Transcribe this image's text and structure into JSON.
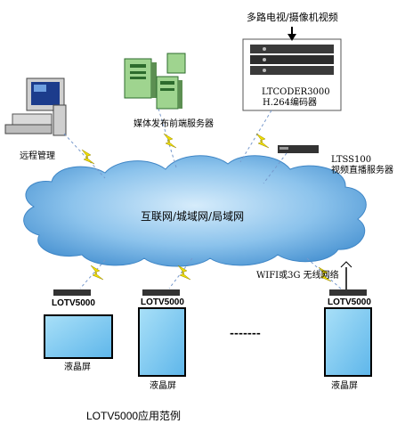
{
  "top_source_label": "多路电视/摄像机视频",
  "encoder": {
    "model": "LTCODER3000",
    "desc": "H.264编码器"
  },
  "streaming": {
    "model": "LTSS100",
    "desc": "视频直播服务器"
  },
  "publish_server": "媒体发布前端服务器",
  "remote": "远程管理",
  "network": "互联网/城域网/局域网",
  "wireless": "WIFI或3G 无线网络",
  "stb_model": "LOTV5000",
  "screen1": "液晶屏",
  "screen2": "液晶屏",
  "screen3": "液晶屏",
  "ellipsis": "-------",
  "caption": "LOTV5000应用范例",
  "colors": {
    "cloud": "#5ea8de",
    "screen": "#7cc8f0",
    "bolt": "#e8e000",
    "server_green": "#7bc36b"
  }
}
